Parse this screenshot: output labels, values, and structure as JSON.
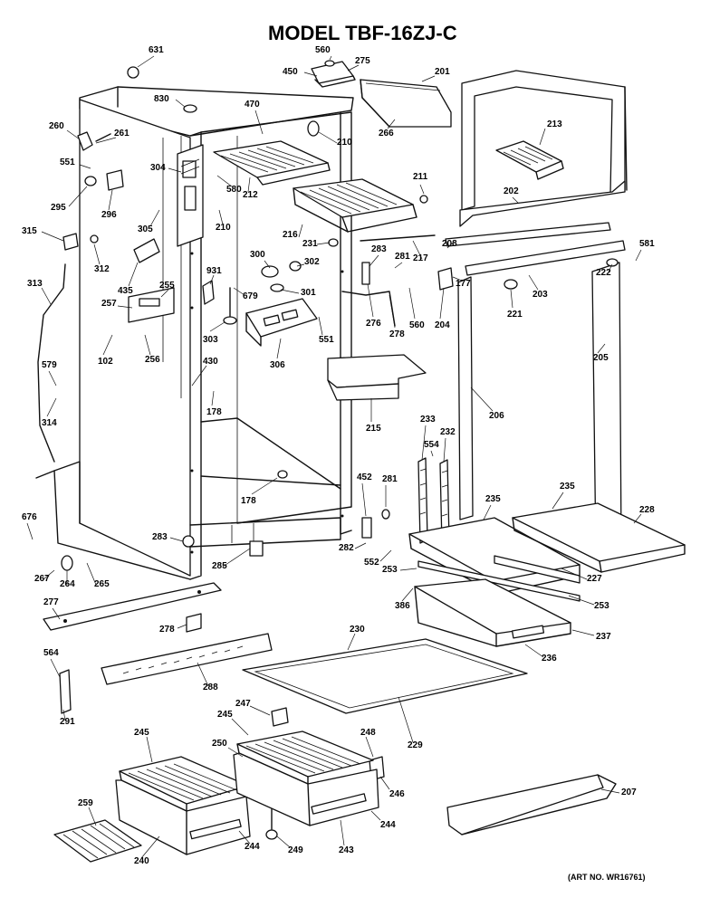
{
  "header": {
    "title": "MODEL TBF-16ZJ-C",
    "art_number": "(ART NO. WR16761)"
  },
  "part_labels": [
    {
      "id": "631",
      "text": "631"
    },
    {
      "id": "560a",
      "text": "560"
    },
    {
      "id": "275",
      "text": "275"
    },
    {
      "id": "450",
      "text": "450"
    },
    {
      "id": "201",
      "text": "201"
    },
    {
      "id": "830",
      "text": "830"
    },
    {
      "id": "470",
      "text": "470"
    },
    {
      "id": "260",
      "text": "260"
    },
    {
      "id": "261",
      "text": "261"
    },
    {
      "id": "266",
      "text": "266"
    },
    {
      "id": "210a",
      "text": "210"
    },
    {
      "id": "213",
      "text": "213"
    },
    {
      "id": "551a",
      "text": "551"
    },
    {
      "id": "304",
      "text": "304"
    },
    {
      "id": "295",
      "text": "295"
    },
    {
      "id": "296",
      "text": "296"
    },
    {
      "id": "580",
      "text": "580"
    },
    {
      "id": "212",
      "text": "212"
    },
    {
      "id": "211",
      "text": "211"
    },
    {
      "id": "202",
      "text": "202"
    },
    {
      "id": "305",
      "text": "305"
    },
    {
      "id": "210b",
      "text": "210"
    },
    {
      "id": "315",
      "text": "315"
    },
    {
      "id": "312",
      "text": "312"
    },
    {
      "id": "216",
      "text": "216"
    },
    {
      "id": "231",
      "text": "231"
    },
    {
      "id": "208",
      "text": "208"
    },
    {
      "id": "217",
      "text": "217"
    },
    {
      "id": "581",
      "text": "581"
    },
    {
      "id": "300",
      "text": "300"
    },
    {
      "id": "302",
      "text": "302"
    },
    {
      "id": "283a",
      "text": "283"
    },
    {
      "id": "281a",
      "text": "281"
    },
    {
      "id": "222",
      "text": "222"
    },
    {
      "id": "313",
      "text": "313"
    },
    {
      "id": "931",
      "text": "931"
    },
    {
      "id": "435",
      "text": "435"
    },
    {
      "id": "255",
      "text": "255"
    },
    {
      "id": "679",
      "text": "679"
    },
    {
      "id": "301",
      "text": "301"
    },
    {
      "id": "177",
      "text": "177"
    },
    {
      "id": "203",
      "text": "203"
    },
    {
      "id": "257",
      "text": "257"
    },
    {
      "id": "221",
      "text": "221"
    },
    {
      "id": "276",
      "text": "276"
    },
    {
      "id": "278",
      "text": "278"
    },
    {
      "id": "560b",
      "text": "560"
    },
    {
      "id": "204",
      "text": "204"
    },
    {
      "id": "303",
      "text": "303"
    },
    {
      "id": "551b",
      "text": "551"
    },
    {
      "id": "102",
      "text": "102"
    },
    {
      "id": "256",
      "text": "256"
    },
    {
      "id": "306",
      "text": "306"
    },
    {
      "id": "205",
      "text": "205"
    },
    {
      "id": "579",
      "text": "579"
    },
    {
      "id": "430",
      "text": "430"
    },
    {
      "id": "314",
      "text": "314"
    },
    {
      "id": "178a",
      "text": "178"
    },
    {
      "id": "215",
      "text": "215"
    },
    {
      "id": "206",
      "text": "206"
    },
    {
      "id": "233",
      "text": "233"
    },
    {
      "id": "232",
      "text": "232"
    },
    {
      "id": "554",
      "text": "554"
    },
    {
      "id": "178b",
      "text": "178"
    },
    {
      "id": "452",
      "text": "452"
    },
    {
      "id": "281b",
      "text": "281"
    },
    {
      "id": "235a",
      "text": "235"
    },
    {
      "id": "235b",
      "text": "235"
    },
    {
      "id": "228",
      "text": "228"
    },
    {
      "id": "676",
      "text": "676"
    },
    {
      "id": "283b",
      "text": "283"
    },
    {
      "id": "282",
      "text": "282"
    },
    {
      "id": "285",
      "text": "285"
    },
    {
      "id": "552",
      "text": "552"
    },
    {
      "id": "253a",
      "text": "253"
    },
    {
      "id": "227",
      "text": "227"
    },
    {
      "id": "267",
      "text": "267"
    },
    {
      "id": "264",
      "text": "264"
    },
    {
      "id": "265",
      "text": "265"
    },
    {
      "id": "386",
      "text": "386"
    },
    {
      "id": "253b",
      "text": "253"
    },
    {
      "id": "277",
      "text": "277"
    },
    {
      "id": "230",
      "text": "230"
    },
    {
      "id": "237",
      "text": "237"
    },
    {
      "id": "278b",
      "text": "278"
    },
    {
      "id": "236",
      "text": "236"
    },
    {
      "id": "564",
      "text": "564"
    },
    {
      "id": "288",
      "text": "288"
    },
    {
      "id": "291",
      "text": "291"
    },
    {
      "id": "247",
      "text": "247"
    },
    {
      "id": "229",
      "text": "229"
    },
    {
      "id": "245a",
      "text": "245"
    },
    {
      "id": "245b",
      "text": "245"
    },
    {
      "id": "248",
      "text": "248"
    },
    {
      "id": "250",
      "text": "250"
    },
    {
      "id": "246",
      "text": "246"
    },
    {
      "id": "207",
      "text": "207"
    },
    {
      "id": "259",
      "text": "259"
    },
    {
      "id": "244a",
      "text": "244"
    },
    {
      "id": "244b",
      "text": "244"
    },
    {
      "id": "249",
      "text": "249"
    },
    {
      "id": "243",
      "text": "243"
    },
    {
      "id": "240",
      "text": "240"
    }
  ]
}
